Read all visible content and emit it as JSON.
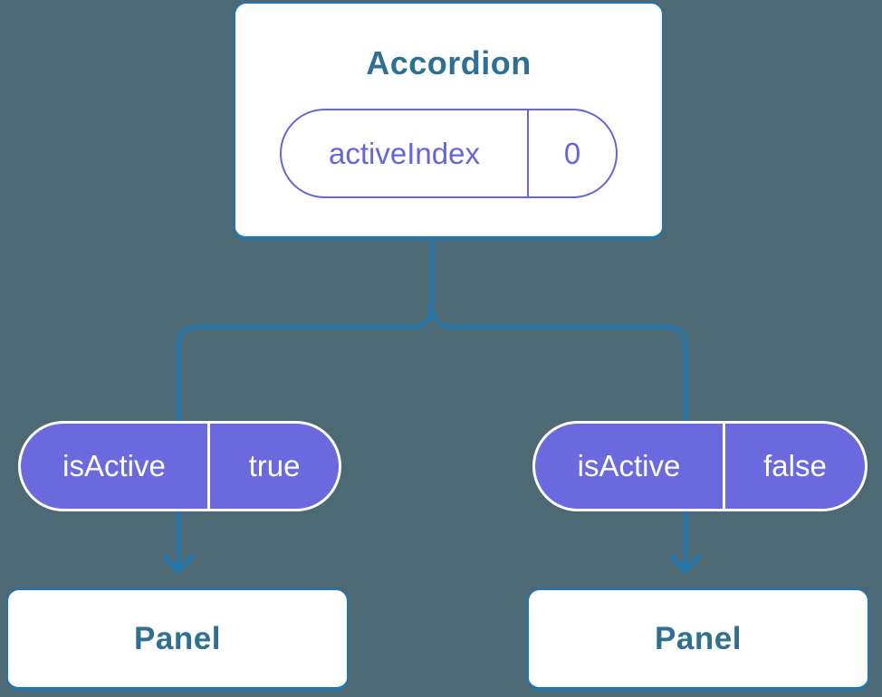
{
  "diagram": {
    "root": {
      "title": "Accordion",
      "state_pill": {
        "label": "activeIndex",
        "value": "0"
      }
    },
    "branches": [
      {
        "prop_pill": {
          "label": "isActive",
          "value": "true"
        },
        "child": {
          "title": "Panel"
        }
      },
      {
        "prop_pill": {
          "label": "isActive",
          "value": "false"
        },
        "child": {
          "title": "Panel"
        }
      }
    ]
  },
  "colors": {
    "background": "#4d6973",
    "connector_blue": "#2276ad",
    "node_border_blue": "#2276ad",
    "node_text_blue": "#2e7093",
    "node_bg": "#ffffff",
    "pill_purple_fill": "#6a6ade",
    "pill_purple_outline": "#6565e0",
    "pill_text_white": "#ffffff"
  }
}
